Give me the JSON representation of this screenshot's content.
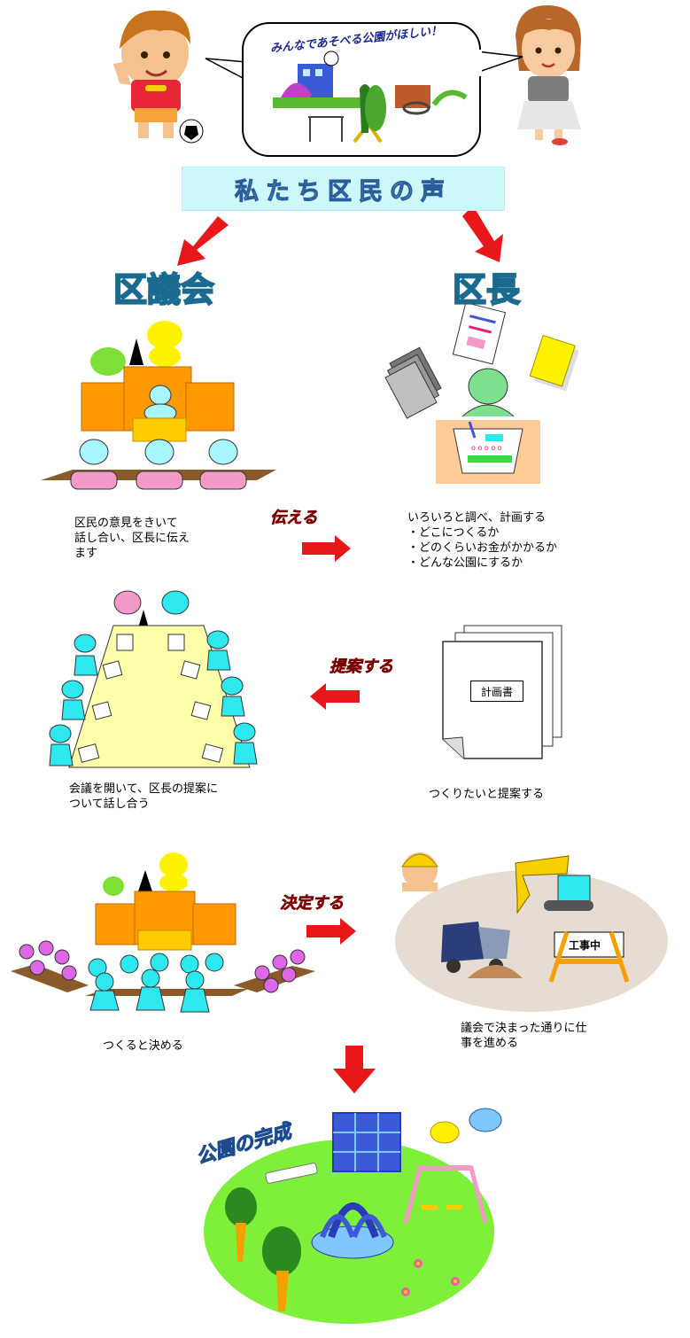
{
  "speech_bubble_text": "みんなであそべる公園がほしい！",
  "banner_title": "私たち区民の声",
  "headings": {
    "council": "区議会",
    "mayor": "区長"
  },
  "steps": {
    "council_listen": "区民の意見をきいて\n話し合い、区長に伝え\nます",
    "mayor_plan": "いろいろと調べ、計画する\n・どこにつくるか\n・どのくらいお金がかかるか\n・どんな公園にするか",
    "council_meeting": "会議を開いて、区長の提案に\nついて話し合う",
    "mayor_propose": "つくりたいと提案する",
    "council_decide": "つくると決める",
    "mayor_build": "議会で決まった通りに仕\n事を進める"
  },
  "verbs": {
    "tell": "伝える",
    "propose": "提案する",
    "decide": "決定する"
  },
  "plan_document_label": "計画書",
  "construction_sign": "工事中",
  "park_title": "公園の完成",
  "colors": {
    "arrow": "#e8171a",
    "banner_bg": "#ccf8fa",
    "heading_fill": "#9ee7e0",
    "park_green": "#7ef03a"
  }
}
